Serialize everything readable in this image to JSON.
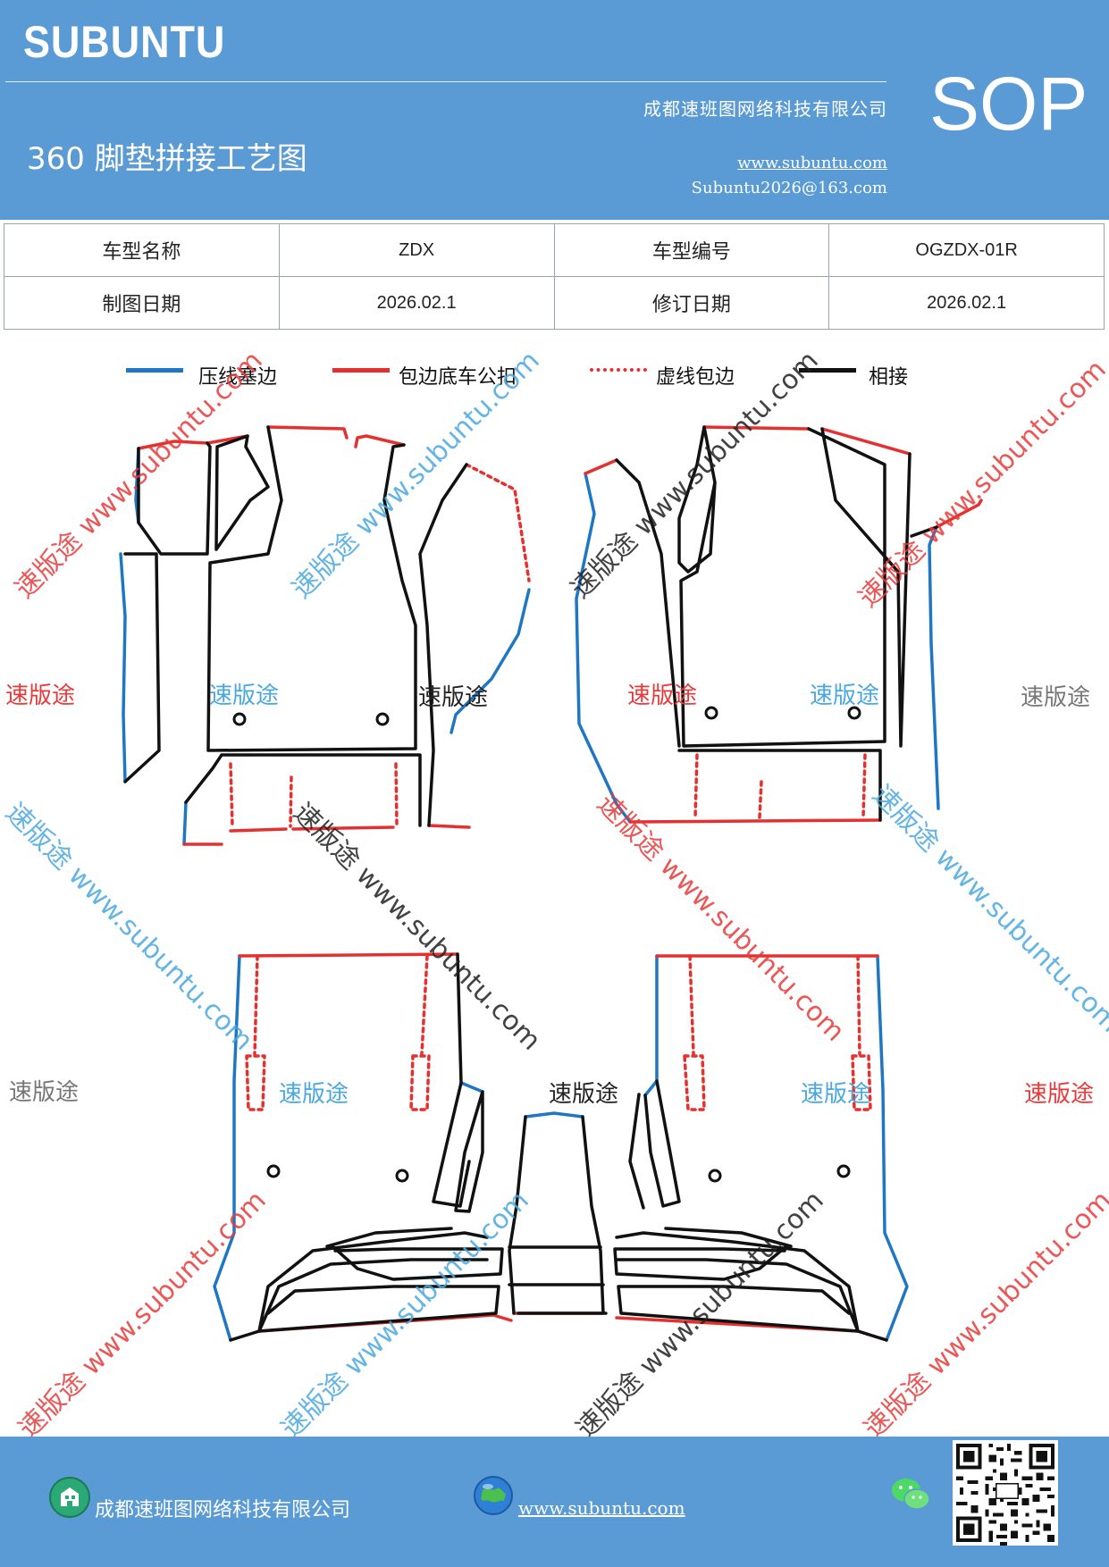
{
  "header": {
    "brand": "SUBUNTU",
    "company": "成都速班图网络科技有限公司",
    "title": "360 脚垫拼接工艺图",
    "website": "www.subuntu.com",
    "email": "Subuntu2026@163.com",
    "badge": "SOP"
  },
  "info_table": {
    "rows": [
      {
        "label1": "车型名称",
        "value1": "ZDX",
        "label2": "车型编号",
        "value2": "OGZDX-01R"
      },
      {
        "label1": "制图日期",
        "value1": "2026.02.1",
        "label2": "修订日期",
        "value2": "2026.02.1"
      }
    ]
  },
  "legend": {
    "items": [
      {
        "label": "压线塞边",
        "color": "#1f77c4",
        "style": "solid"
      },
      {
        "label": "包边底车公扣",
        "color": "#e53030",
        "style": "solid"
      },
      {
        "label": "虚线包边",
        "color": "#e53030",
        "style": "dotted"
      },
      {
        "label": "相接",
        "color": "#111111",
        "style": "solid"
      }
    ]
  },
  "watermark": {
    "brand_text": "速版途",
    "url_text": "www.subuntu.com",
    "colors": {
      "red": "#e83a3a",
      "blue": "#4aa8e0",
      "gray": "#777777",
      "black": "#222222"
    }
  },
  "footer": {
    "company": "成都速班图网络科技有限公司",
    "website": "www.subuntu.com"
  },
  "colors": {
    "header_bg": "#5b9bd5",
    "blue_line": "#1f77c4",
    "red_line": "#e53030",
    "black_line": "#111111"
  }
}
